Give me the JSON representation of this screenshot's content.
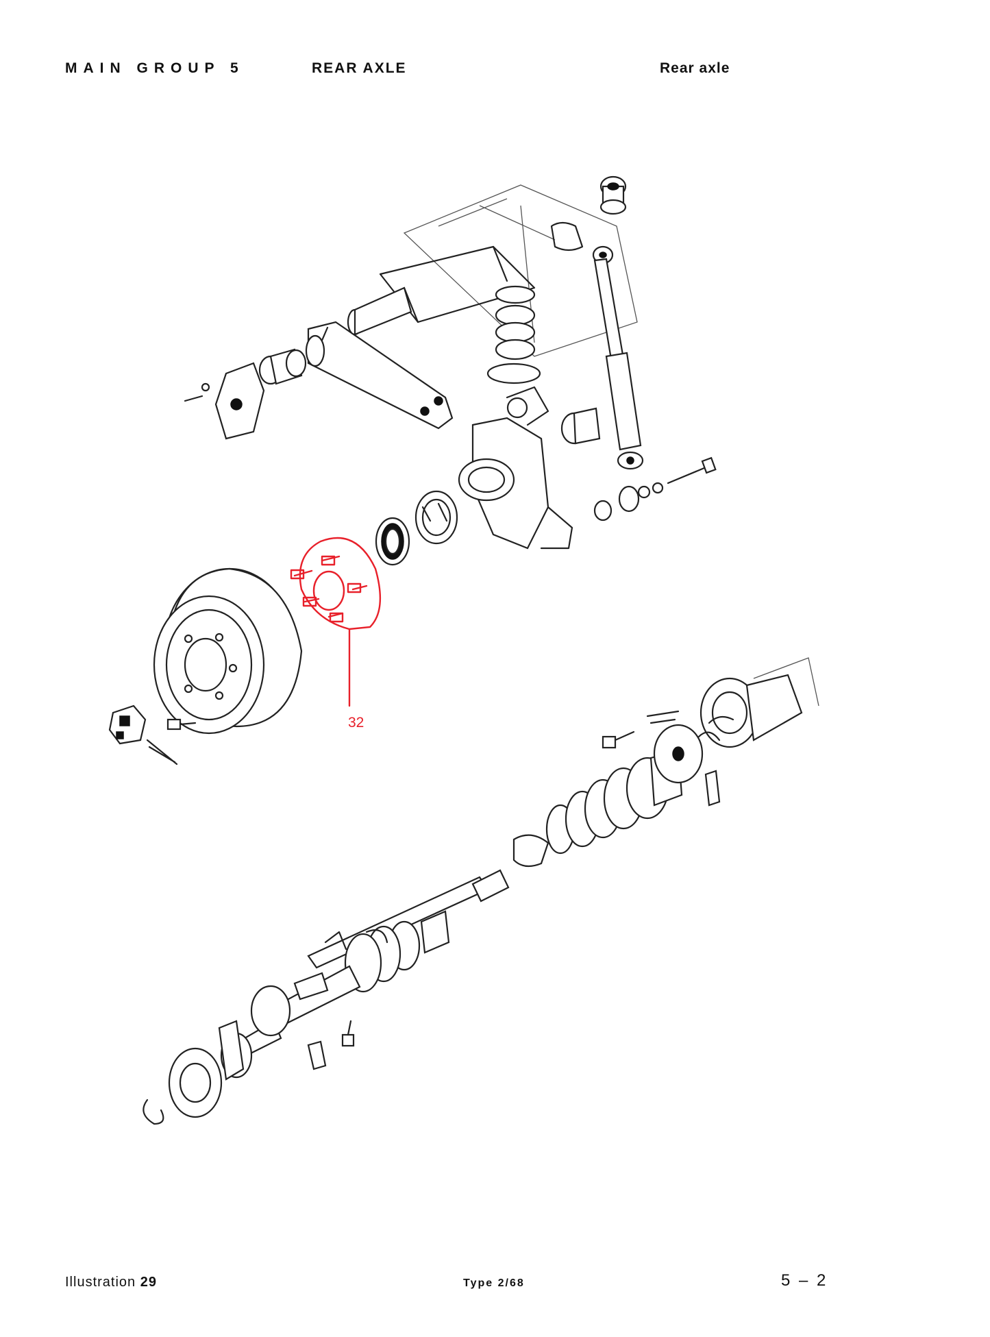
{
  "header": {
    "main_group": "MAIN GROUP 5",
    "section": "REAR AXLE",
    "subsection": "Rear axle"
  },
  "callouts": [
    {
      "part_number": "32",
      "color": "#e8202a"
    }
  ],
  "footer": {
    "illustration_label": "Illustration",
    "illustration_number": "29",
    "type": "Type 2/68",
    "page": "5 – 2"
  }
}
